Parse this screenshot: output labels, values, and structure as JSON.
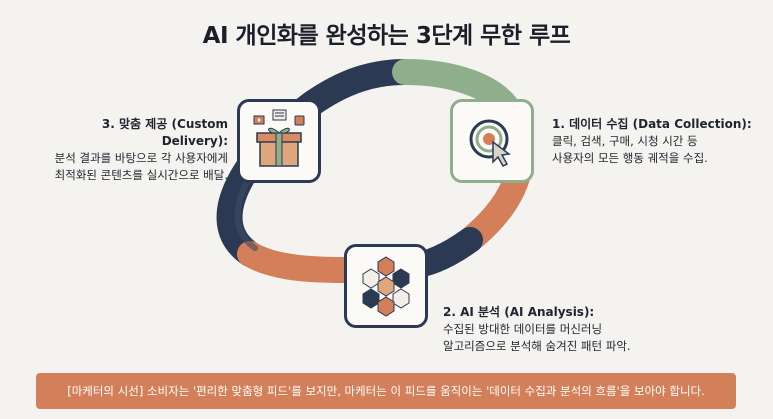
{
  "title": "AI 개인화를 완성하는 3단계 무한 루프",
  "steps": {
    "collection": {
      "heading": "1. 데이터 수집 (Data Collection):",
      "line1": "클릭, 검색, 구매, 시청 시간 등",
      "line2": "사용자의 모든 행동 궤적을 수집."
    },
    "analysis": {
      "heading": "2. AI 분석 (AI Analysis):",
      "line1": "수집된 방대한 데이터를 머신러닝",
      "line2": "알고리즘으로 분석해 숨겨진 패턴 파악."
    },
    "delivery": {
      "heading": "3. 맞춤 제공 (Custom Delivery):",
      "line1": "분석 결과를 바탕으로 각 사용자에게",
      "line2": "최적화된 콘텐츠를 실시간으로 배달."
    }
  },
  "banner": "[마케터의 시선] 소비자는 '편리한 맞춤형 피드'를 보지만, 마케터는 이 피드를 움직이는 '데이터 수집과 분석의 흐름'을 보아야 합니다.",
  "colors": {
    "navy": "#2b3a52",
    "green": "#8fae8b",
    "terracotta": "#d37f5a",
    "background": "#f5f3ef"
  },
  "icons": {
    "delivery": "gift-box-icon",
    "collection": "cursor-target-icon",
    "analysis": "hexagon-network-icon"
  }
}
